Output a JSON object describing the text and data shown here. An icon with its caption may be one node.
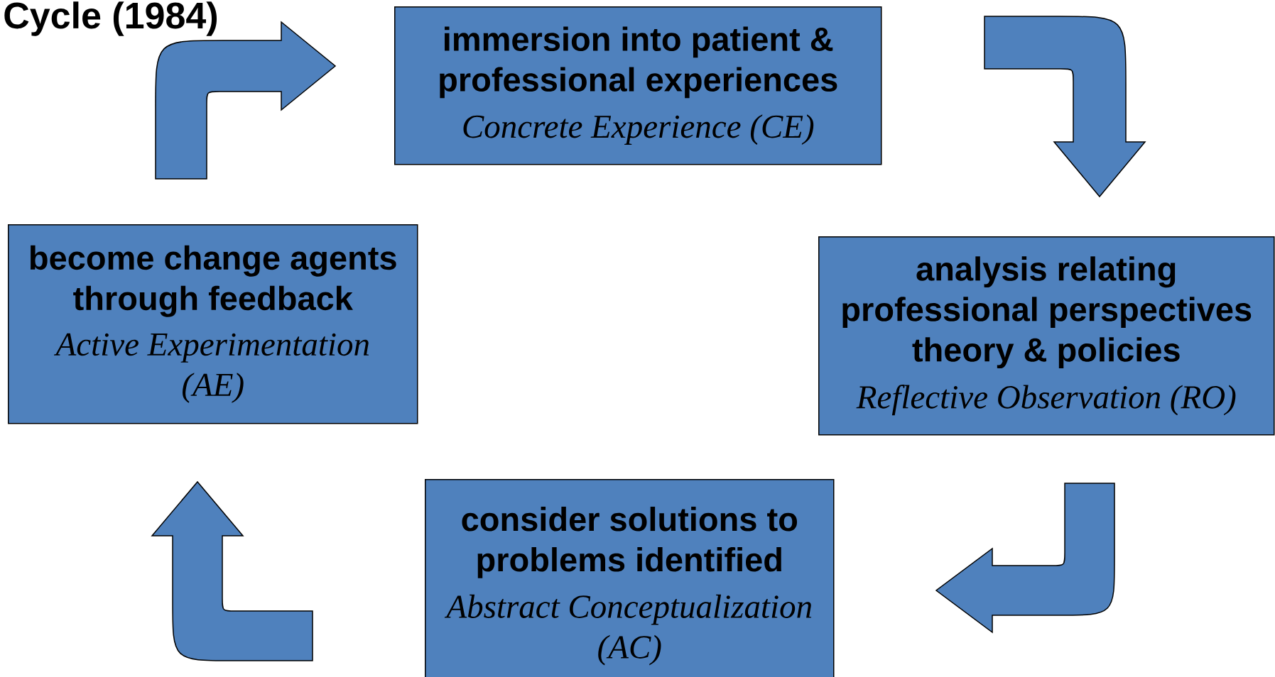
{
  "diagram": {
    "title": "Cycle (1984)",
    "nodes": [
      {
        "text": [
          "immersion into patient & professional experiences",
          "Concrete Experience (CE)"
        ]
      },
      {
        "text": [
          "analysis relating professional perspectives theory & policies",
          "Reflective Observation (RO)"
        ]
      },
      {
        "text": [
          "consider solutions to problems identified",
          "Abstract Conceptualization (AC)"
        ]
      },
      {
        "text": [
          "become change agents through feedback",
          "Active Experimentation (AE)"
        ]
      }
    ],
    "edges": [
      {
        "from": 3,
        "to": 0,
        "arrow": "to"
      },
      {
        "from": 0,
        "to": 1,
        "arrow": "to"
      },
      {
        "from": 1,
        "to": 2,
        "arrow": "to"
      },
      {
        "from": 2,
        "to": 3,
        "arrow": "to"
      }
    ]
  }
}
